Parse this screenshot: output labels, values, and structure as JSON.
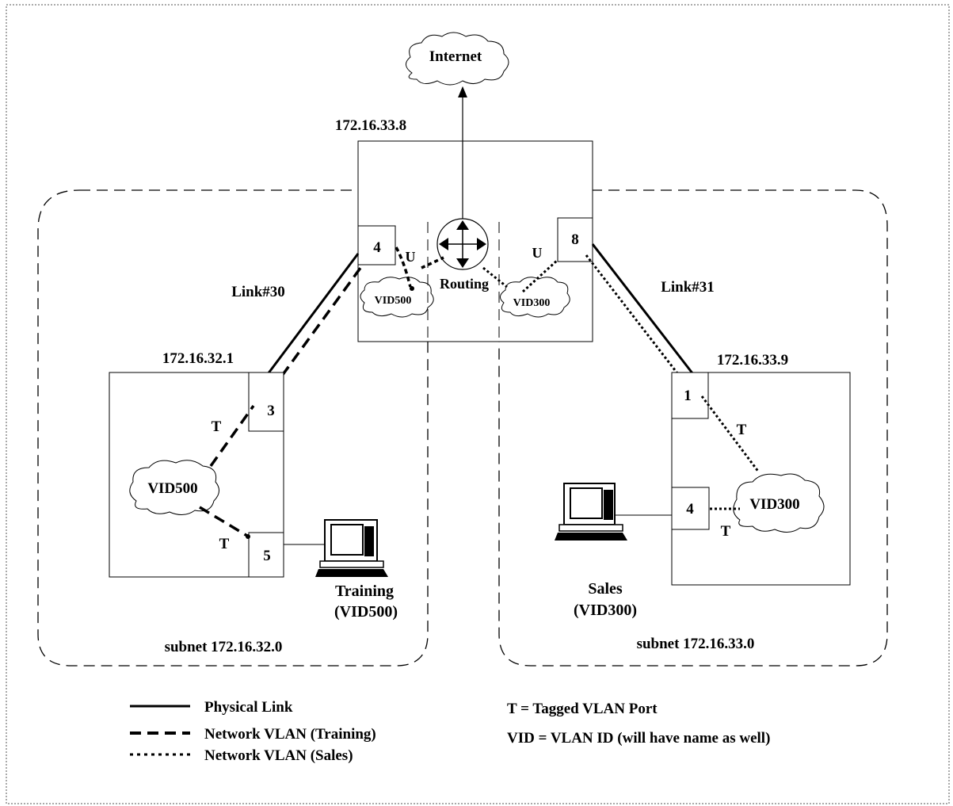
{
  "labels": {
    "internet": "Internet",
    "router_ip": "172.16.33.8",
    "router_port_left": "4",
    "router_port_right": "8",
    "untagged_left": "U",
    "untagged_right": "U",
    "routing": "Routing",
    "router_vid_left": "VID500",
    "router_vid_right": "VID300",
    "link_left": "Link#30",
    "link_right": "Link#31",
    "switch_left_ip": "172.16.32.1",
    "switch_left_port_top": "3",
    "switch_left_port_bottom": "5",
    "switch_left_tag_top": "T",
    "switch_left_tag_bottom": "T",
    "switch_left_vid": "VID500",
    "training_name": "Training",
    "training_vid": "(VID500)",
    "switch_right_ip": "172.16.33.9",
    "switch_right_port_top": "1",
    "switch_right_port_bottom": "4",
    "switch_right_tag_top": "T",
    "switch_right_tag_bottom": "T",
    "switch_right_vid": "VID300",
    "sales_name": "Sales",
    "sales_vid": "(VID300)",
    "subnet_left": "subnet 172.16.32.0",
    "subnet_right": "subnet 172.16.33.0"
  },
  "legend": {
    "physical": "Physical Link",
    "training": "Network  VLAN (Training)",
    "sales": "Network  VLAN (Sales)",
    "tagged": "T = Tagged VLAN Port",
    "vid": "VID = VLAN ID (will have name as well)"
  }
}
